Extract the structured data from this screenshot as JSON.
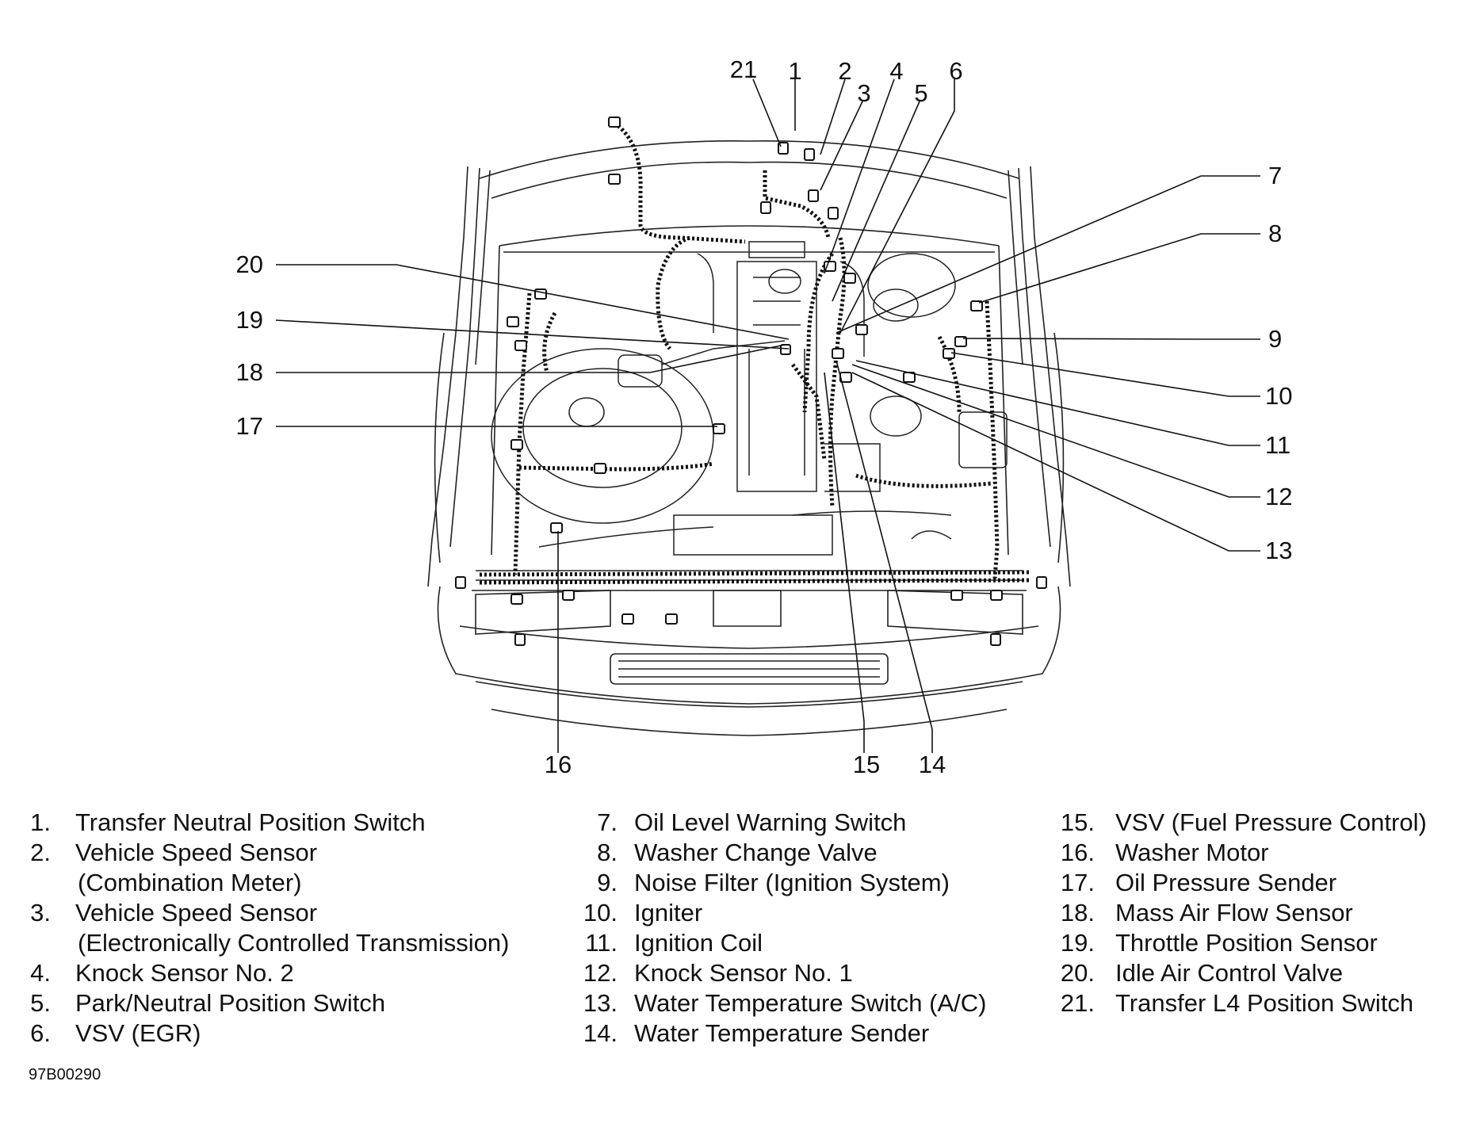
{
  "callouts": [
    {
      "id": 21,
      "label": "21"
    },
    {
      "id": 1,
      "label": "1"
    },
    {
      "id": 2,
      "label": "2"
    },
    {
      "id": 3,
      "label": "3"
    },
    {
      "id": 4,
      "label": "4"
    },
    {
      "id": 5,
      "label": "5"
    },
    {
      "id": 6,
      "label": "6"
    },
    {
      "id": 7,
      "label": "7"
    },
    {
      "id": 8,
      "label": "8"
    },
    {
      "id": 9,
      "label": "9"
    },
    {
      "id": 10,
      "label": "10"
    },
    {
      "id": 11,
      "label": "11"
    },
    {
      "id": 12,
      "label": "12"
    },
    {
      "id": 13,
      "label": "13"
    },
    {
      "id": 14,
      "label": "14"
    },
    {
      "id": 15,
      "label": "15"
    },
    {
      "id": 16,
      "label": "16"
    },
    {
      "id": 17,
      "label": "17"
    },
    {
      "id": 18,
      "label": "18"
    },
    {
      "id": 19,
      "label": "19"
    },
    {
      "id": 20,
      "label": "20"
    }
  ],
  "legend": {
    "col1": [
      {
        "num": "1.",
        "text": "Transfer Neutral Position Switch"
      },
      {
        "num": "2.",
        "text": "Vehicle Speed Sensor"
      },
      {
        "num": "",
        "text": "(Combination Meter)"
      },
      {
        "num": "3.",
        "text": "Vehicle Speed Sensor"
      },
      {
        "num": "",
        "text": "(Electronically Controlled Transmission)"
      },
      {
        "num": "4.",
        "text": "Knock Sensor No. 2"
      },
      {
        "num": "5.",
        "text": "Park/Neutral Position Switch"
      },
      {
        "num": "6.",
        "text": "VSV (EGR)"
      }
    ],
    "col2": [
      {
        "num": "7.",
        "text": "Oil Level Warning Switch"
      },
      {
        "num": "8.",
        "text": "Washer Change Valve"
      },
      {
        "num": "9.",
        "text": "Noise Filter (Ignition System)"
      },
      {
        "num": "10.",
        "text": "Igniter"
      },
      {
        "num": "11.",
        "text": "Ignition Coil"
      },
      {
        "num": "12.",
        "text": "Knock Sensor No. 1"
      },
      {
        "num": "13.",
        "text": "Water Temperature Switch (A/C)"
      },
      {
        "num": "14.",
        "text": "Water Temperature Sender"
      }
    ],
    "col3": [
      {
        "num": "15.",
        "text": "VSV (Fuel Pressure Control)"
      },
      {
        "num": "16.",
        "text": "Washer Motor"
      },
      {
        "num": "17.",
        "text": "Oil Pressure Sender"
      },
      {
        "num": "18.",
        "text": "Mass Air Flow Sensor"
      },
      {
        "num": "19.",
        "text": "Throttle Position Sensor"
      },
      {
        "num": "20.",
        "text": "Idle Air Control Valve"
      },
      {
        "num": "21.",
        "text": "Transfer L4 Position Switch"
      }
    ]
  },
  "figure_code": "97B00290"
}
